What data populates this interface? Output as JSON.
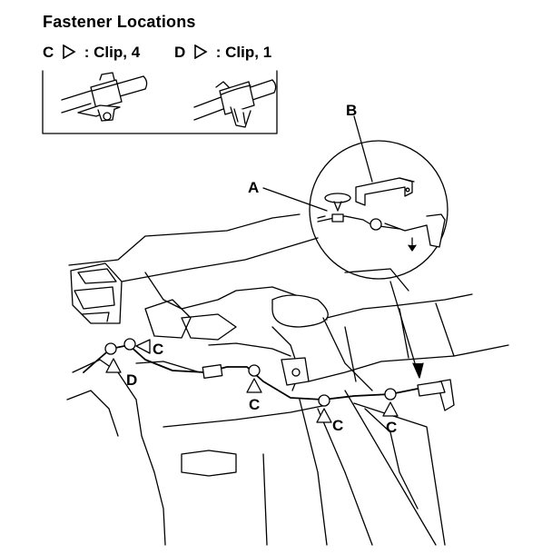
{
  "title": "Fastener Locations",
  "legend": [
    {
      "letter": "C",
      "text": ": Clip, 4"
    },
    {
      "letter": "D",
      "text": ": Clip, 1"
    }
  ],
  "callouts": {
    "a": "A",
    "b": "B"
  },
  "markers": [
    {
      "id": "d1",
      "letter": "D"
    },
    {
      "id": "c1",
      "letter": "C"
    },
    {
      "id": "c2",
      "letter": "C"
    },
    {
      "id": "c3",
      "letter": "C"
    },
    {
      "id": "c4",
      "letter": "C"
    }
  ],
  "colors": {
    "ink": "#000000",
    "background": "#ffffff"
  }
}
